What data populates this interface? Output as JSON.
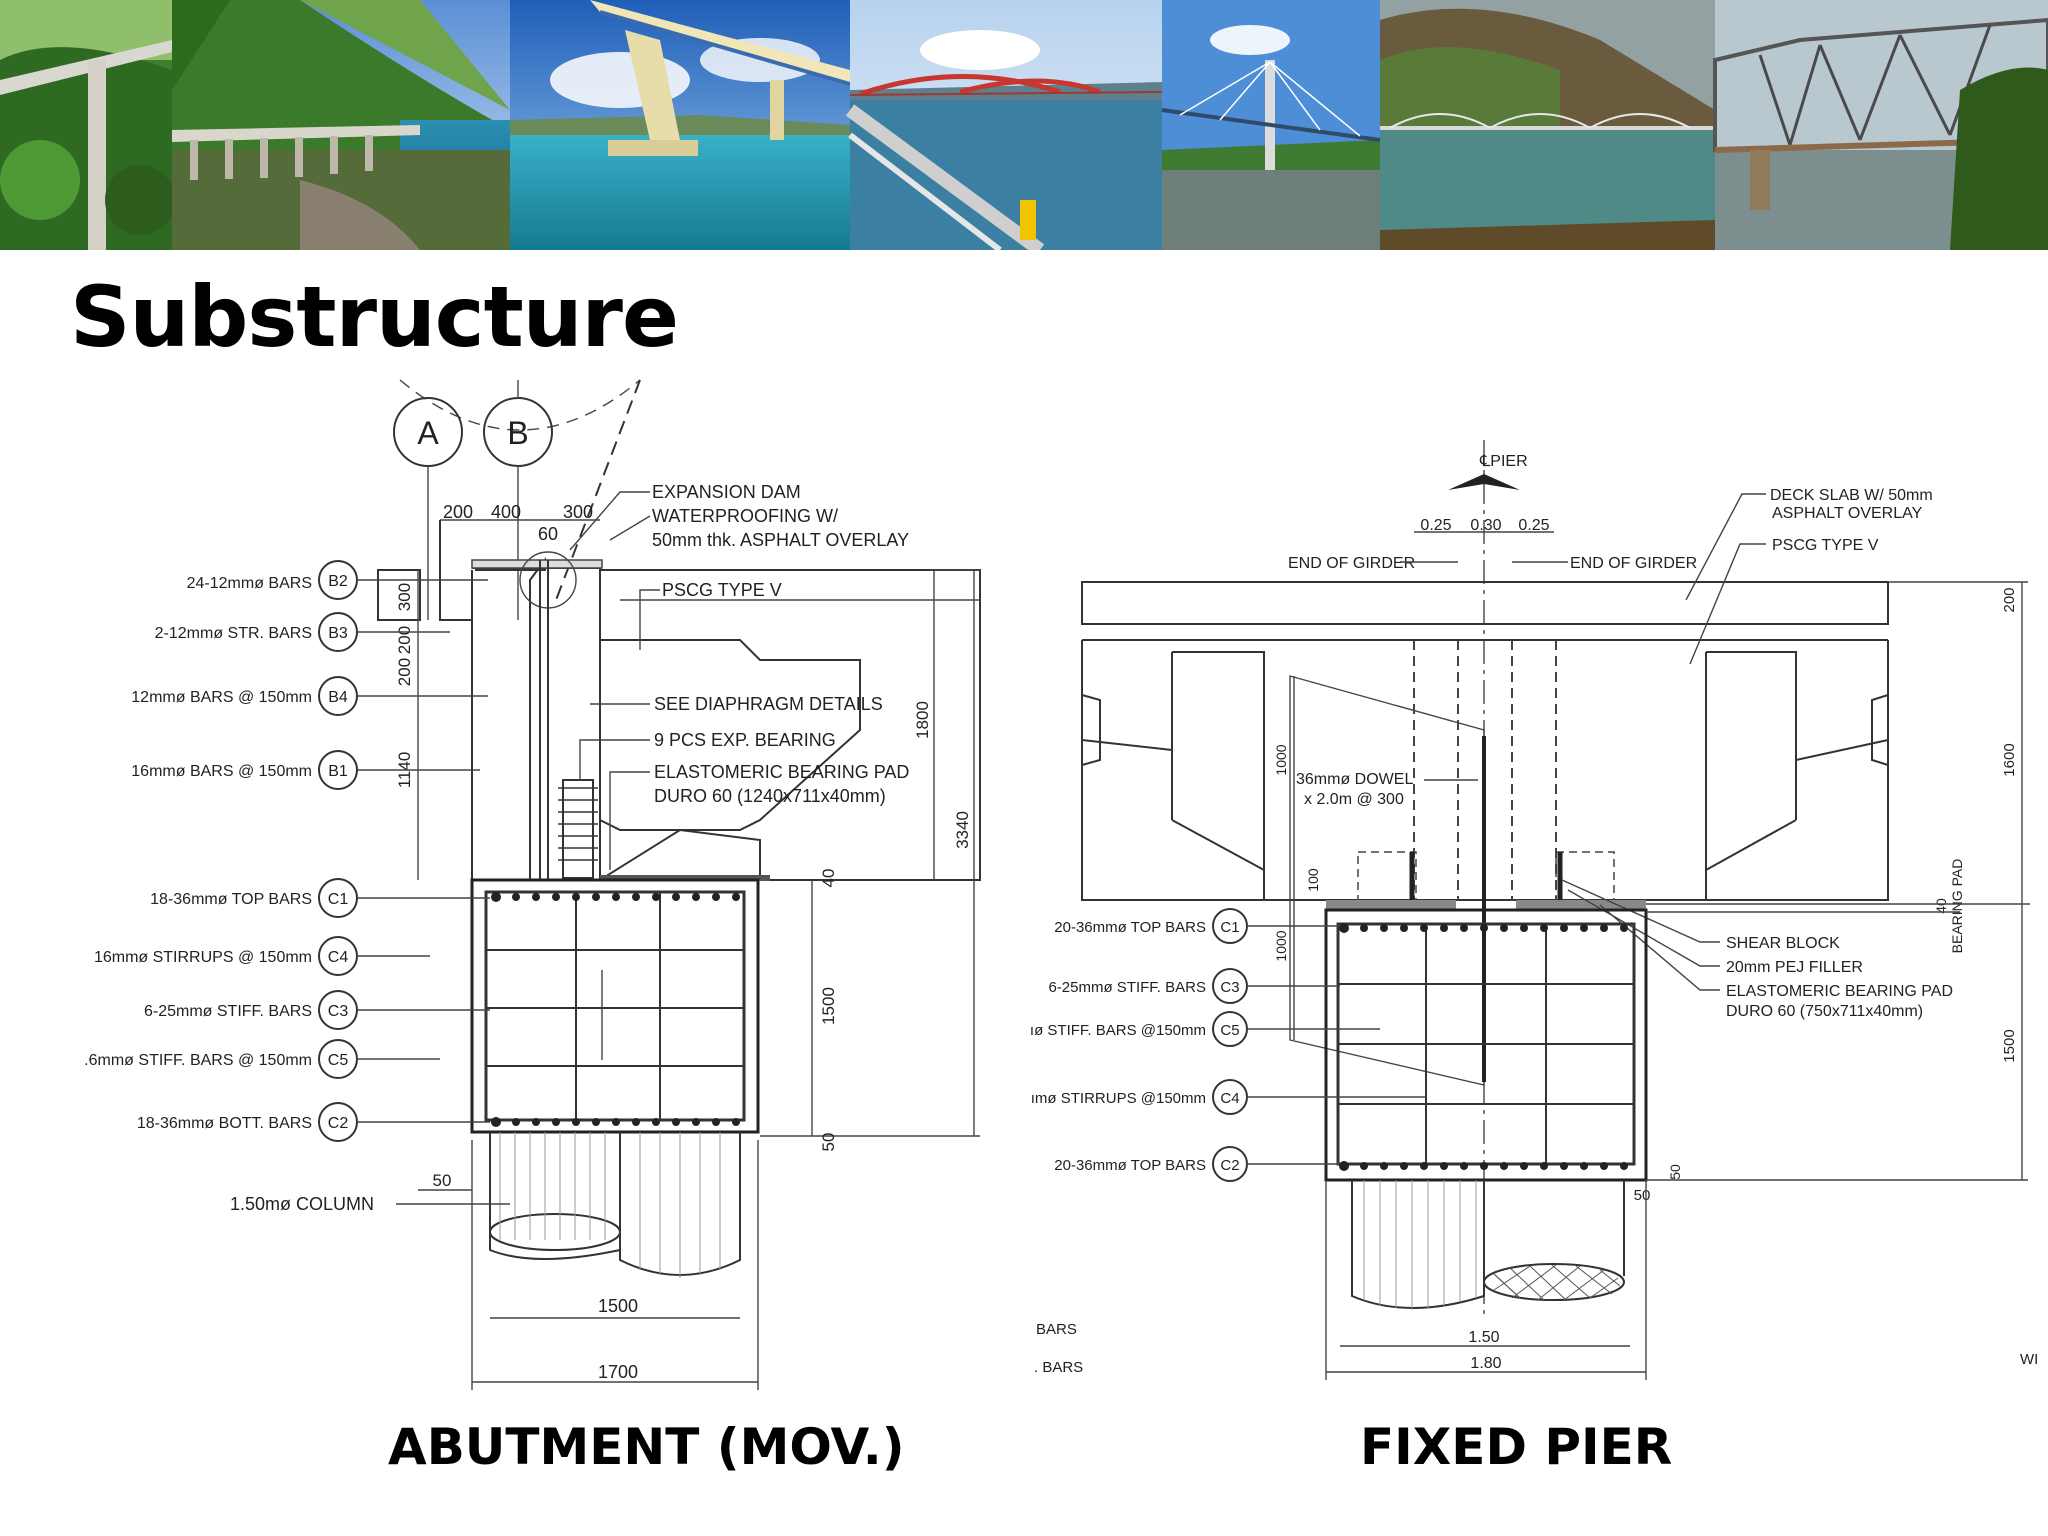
{
  "slide": {
    "title": "Substructure",
    "captions": {
      "left": "ABUTMENT (MOV.)",
      "right": "FIXED PIER"
    }
  },
  "banner": {
    "photos": [
      "viaduct-photo",
      "coastal-bridge-photo",
      "cable-bridge-photo",
      "arch-bridge-photo",
      "cable-stayed-photo",
      "truss-bridge-photo",
      "steel-truss-photo"
    ]
  },
  "abutment": {
    "grid_marks": [
      "A",
      "B"
    ],
    "top_dims": [
      "200",
      "400",
      "300",
      "60"
    ],
    "notes": [
      "EXPANSION DAM",
      "WATERPROOFING W/",
      "50mm thk. ASPHALT OVERLAY",
      "PSCG TYPE V",
      "SEE DIAPHRAGM DETAILS",
      "9 PCS EXP. BEARING",
      "ELASTOMERIC BEARING PAD",
      "DURO 60 (1240x711x40mm)"
    ],
    "bar_labels": [
      {
        "text": "24-12mmø BARS",
        "tag": "B2"
      },
      {
        "text": "2-12mmø STR. BARS",
        "tag": "B3"
      },
      {
        "text": "12mmø BARS @ 150mm",
        "tag": "B4"
      },
      {
        "text": "16mmø BARS @ 150mm",
        "tag": "B1"
      },
      {
        "text": "18-36mmø TOP BARS",
        "tag": "C1"
      },
      {
        "text": "16mmø STIRRUPS @ 150mm",
        "tag": "C4"
      },
      {
        "text": "6-25mmø STIFF. BARS",
        "tag": "C3"
      },
      {
        "text": ".6mmø STIFF. BARS @ 150mm",
        "tag": "C5"
      },
      {
        "text": "18-36mmø BOTT. BARS",
        "tag": "C2"
      }
    ],
    "column_label": "1.50mø COLUMN",
    "dims": {
      "d300": "300",
      "d200a": "200",
      "d200b": "200",
      "d1140": "1140",
      "d1800": "1800",
      "d3340": "3340",
      "d40": "40",
      "d1500v": "1500",
      "d50r": "50",
      "d50l": "50",
      "d1500h": "1500",
      "d1700": "1700"
    }
  },
  "pier": {
    "cl_label": "℄PIER",
    "top_dims": [
      "0.25",
      "0.30",
      "0.25"
    ],
    "end_left": "END OF GIRDER",
    "end_right": "END OF GIRDER",
    "notes": [
      "DECK SLAB W/ 50mm",
      "ASPHALT OVERLAY",
      "PSCG TYPE V",
      "SHEAR BLOCK",
      "20mm PEJ FILLER",
      "ELASTOMERIC BEARING PAD",
      "DURO 60 (750x711x40mm)"
    ],
    "dowel": [
      "36mmø DOWEL",
      "x 2.0m @ 300"
    ],
    "bar_labels": [
      {
        "text": "20-36mmø TOP BARS",
        "tag": "C1"
      },
      {
        "text": "6-25mmø STIFF. BARS",
        "tag": "C3"
      },
      {
        "text": "ıø STIFF. BARS @150mm",
        "tag": "C5"
      },
      {
        "text": "ımø STIRRUPS @150mm",
        "tag": "C4"
      },
      {
        "text": "20-36mmø TOP BARS",
        "tag": "C2"
      }
    ],
    "fragments": [
      "BARS",
      ". BARS",
      "WI"
    ],
    "dims": {
      "d200": "200",
      "d1600": "1600",
      "d1000a": "1000",
      "d100": "100",
      "d1000b": "1000",
      "d40": "40",
      "bearing_pad": "BEARING PAD",
      "d1500": "1500",
      "d50a": "50",
      "d50b": "50",
      "d150": "1.50",
      "d180": "1.80"
    }
  }
}
